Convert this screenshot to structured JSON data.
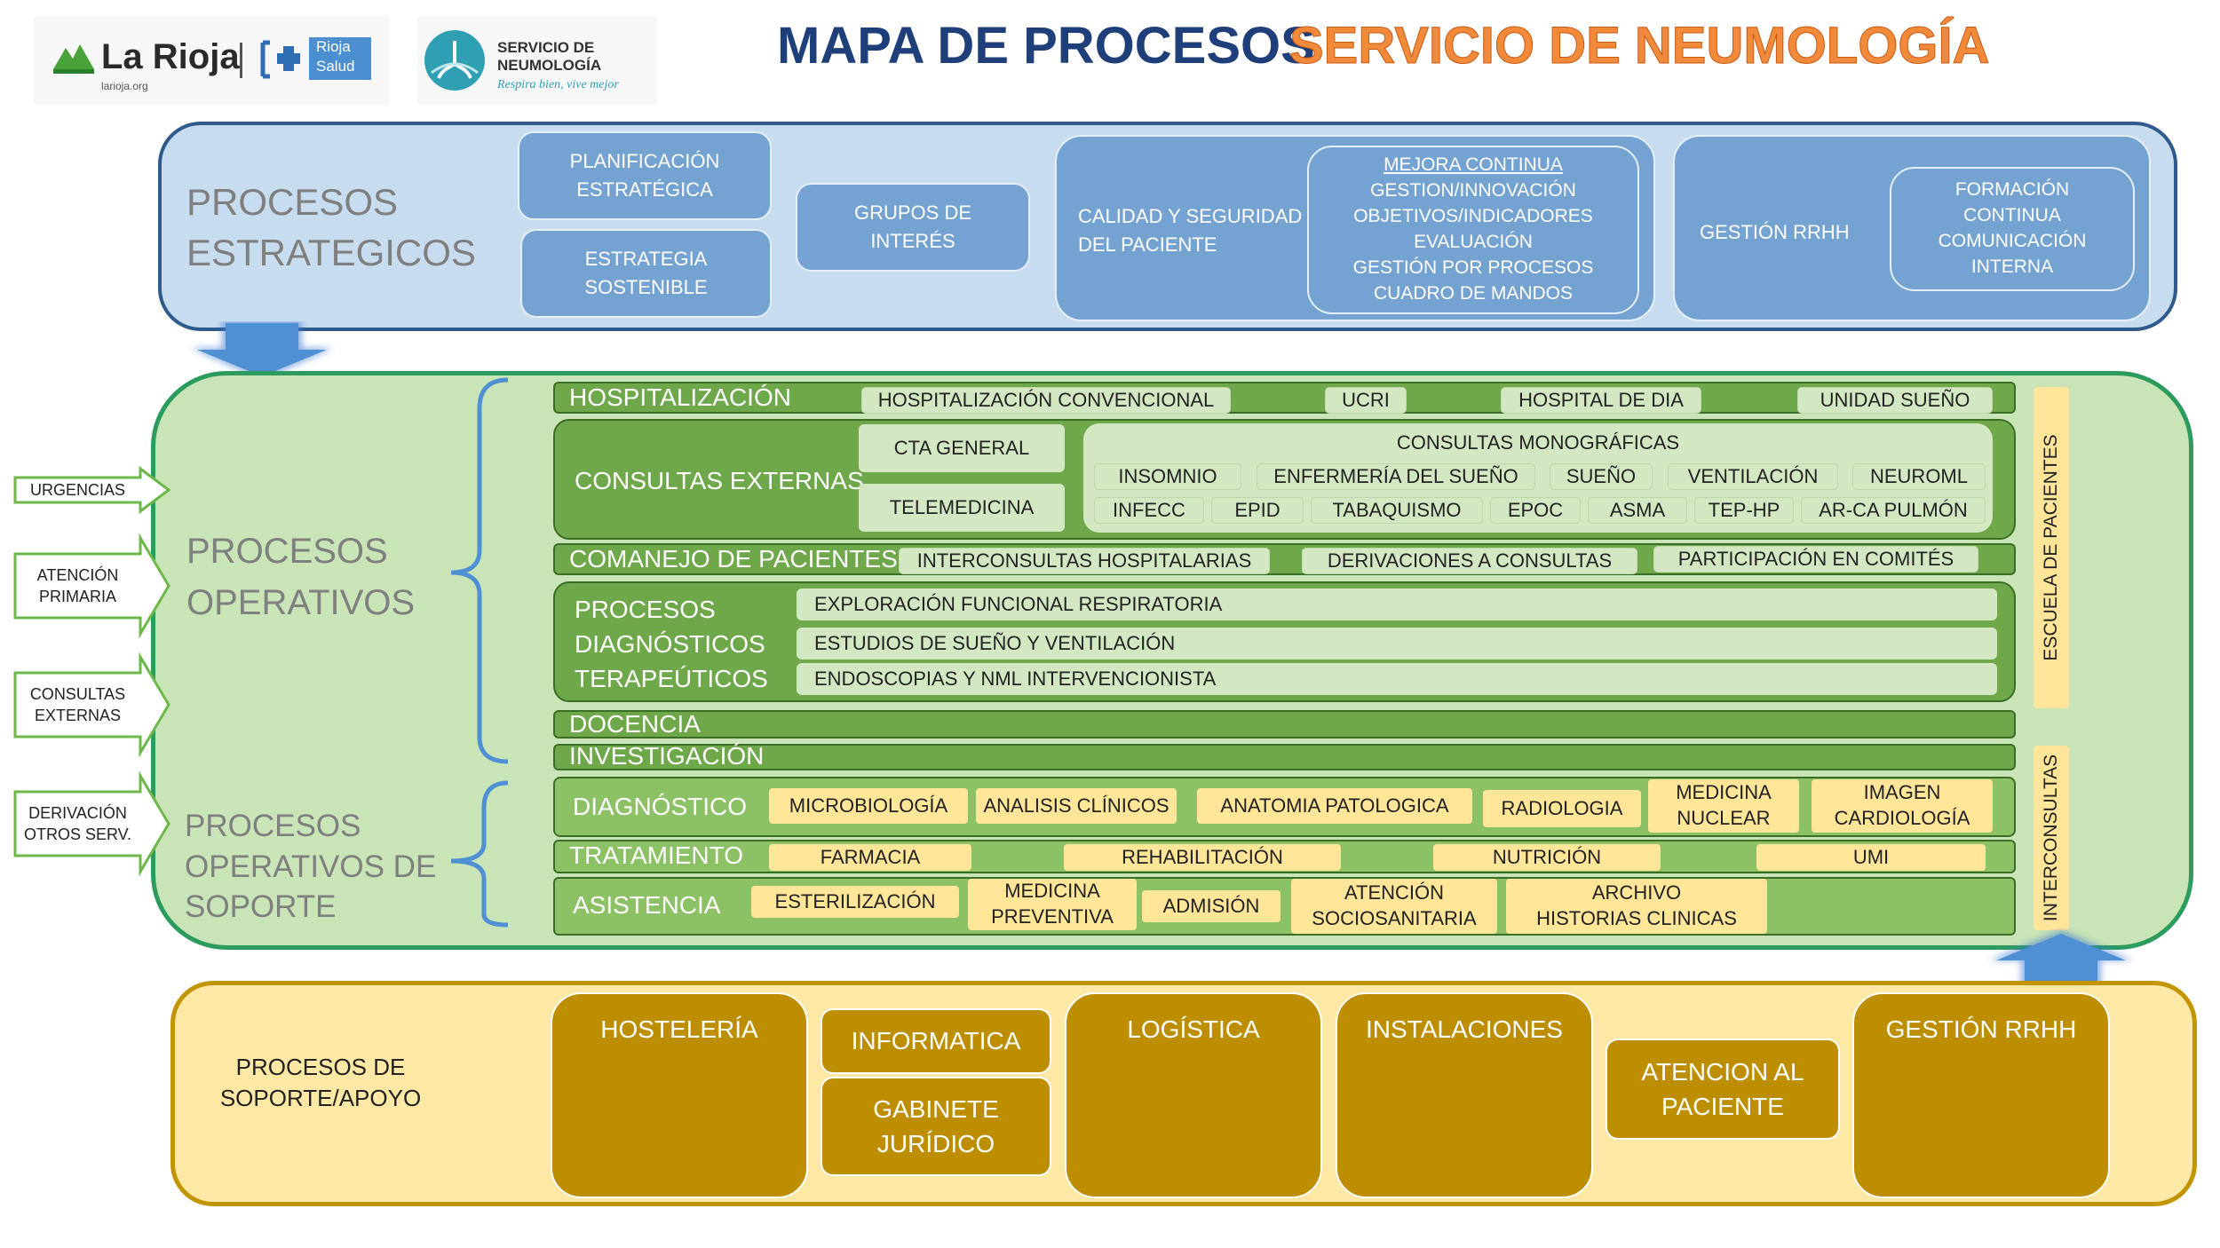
{
  "header": {
    "logo_larioja": "La Rioja",
    "logo_larioja_url": "larioja.org",
    "logo_riojasalud_1": "Rioja",
    "logo_riojasalud_2": "Salud",
    "logo_servicio_1": "SERVICIO DE",
    "logo_servicio_2": "NEUMOLOGÍA",
    "logo_servicio_tagline": "Respira bien, vive mejor",
    "title_main": "MAPA DE PROCESOS",
    "title_sub": "SERVICIO DE NEUMOLOGÍA"
  },
  "strategic": {
    "label_1": "PROCESOS",
    "label_2": "ESTRATEGICOS",
    "planificacion_1": "PLANIFICACIÓN",
    "planificacion_2": "ESTRATÉGICA",
    "estrategia_1": "ESTRATEGIA",
    "estrategia_2": "SOSTENIBLE",
    "grupos_1": "GRUPOS DE",
    "grupos_2": "INTERÉS",
    "calidad_1": "CALIDAD Y SEGURIDAD",
    "calidad_2": "DEL PACIENTE",
    "mejora_title": "MEJORA CONTINUA",
    "mejora_items": [
      "GESTION/INNOVACIÓN",
      "OBJETIVOS/INDICADORES",
      "EVALUACIÓN",
      "GESTIÓN POR PROCESOS",
      "CUADRO DE MANDOS"
    ],
    "gestion_rrhh": "GESTIÓN RRHH",
    "formacion_items": [
      "FORMACIÓN",
      "CONTINUA",
      "COMUNICACIÓN",
      "INTERNA"
    ]
  },
  "inputs": {
    "urgencias": "URGENCIAS",
    "atencion_1": "ATENCIÓN",
    "atencion_2": "PRIMARIA",
    "consultas_1": "CONSULTAS",
    "consultas_2": "EXTERNAS",
    "derivacion_1": "DERIVACIÓN",
    "derivacion_2": "OTROS SERV."
  },
  "operative": {
    "label_1": "PROCESOS",
    "label_2": "OPERATIVOS",
    "soporte_label": [
      "PROCESOS",
      "OPERATIVOS DE",
      "SOPORTE"
    ],
    "hospitalizacion": {
      "title": "HOSPITALIZACIÓN",
      "items": [
        "HOSPITALIZACIÓN CONVENCIONAL",
        "UCRI",
        "HOSPITAL DE DIA",
        "UNIDAD SUEÑO"
      ]
    },
    "consultas": {
      "title": "CONSULTAS EXTERNAS",
      "cta_general": "CTA GENERAL",
      "telemedicina": "TELEMEDICINA",
      "monograficas": "CONSULTAS MONOGRÁFICAS",
      "row1": [
        "INSOMNIO",
        "ENFERMERÍA DEL SUEÑO",
        "SUEÑO",
        "VENTILACIÓN",
        "NEUROML"
      ],
      "row2": [
        "INFECC",
        "EPID",
        "TABAQUISMO",
        "EPOC",
        "ASMA",
        "TEP-HP",
        "AR-CA PULMÓN"
      ]
    },
    "comanejo": {
      "title": "COMANEJO DE PACIENTES",
      "items": [
        "INTERCONSULTAS HOSPITALARIAS",
        "DERIVACIONES A  CONSULTAS",
        "PARTICIPACIÓN EN COMITÉS"
      ]
    },
    "diagnosticos": {
      "title": [
        "PROCESOS",
        "DIAGNÓSTICOS",
        "TERAPEÚTICOS"
      ],
      "items": [
        "EXPLORACIÓN FUNCIONAL RESPIRATORIA",
        "ESTUDIOS DE SUEÑO Y VENTILACIÓN",
        "ENDOSCOPIAS Y NML INTERVENCIONISTA"
      ]
    },
    "docencia": "DOCENCIA",
    "investigacion": "INVESTIGACIÓN",
    "diagnostico": {
      "title": "DIAGNÓSTICO",
      "items": [
        "MICROBIOLOGÍA",
        "ANALISIS CLÍNICOS",
        "ANATOMIA PATOLOGICA",
        "RADIOLOGIA"
      ],
      "medicina_1": "MEDICINA",
      "medicina_2": "NUCLEAR",
      "imagen_1": "IMAGEN",
      "imagen_2": "CARDIOLOGÍA"
    },
    "tratamiento": {
      "title": "TRATAMIENTO",
      "items": [
        "FARMACIA",
        "REHABILITACIÓN",
        "NUTRICIÓN",
        "UMI"
      ]
    },
    "asistencia": {
      "title": "ASISTENCIA",
      "esterilizacion": "ESTERILIZACIÓN",
      "medicina_prev_1": "MEDICINA",
      "medicina_prev_2": "PREVENTIVA",
      "admision": "ADMISIÓN",
      "atencion_1": "ATENCIÓN",
      "atencion_2": "SOCIOSANITARIA",
      "archivo_1": "ARCHIVO",
      "archivo_2": "HISTORIAS CLINICAS"
    },
    "escuela": "ESCUELA DE PACIENTES",
    "interconsultas": "INTERCONSULTAS"
  },
  "support": {
    "label_1": "PROCESOS DE",
    "label_2": "SOPORTE/APOYO",
    "hosteleria": "HOSTELERÍA",
    "informatica": "INFORMATICA",
    "gabinete_1": "GABINETE",
    "gabinete_2": "JURÍDICO",
    "logistica": "LOGÍSTICA",
    "instalaciones": "INSTALACIONES",
    "atencion_1": "ATENCION AL",
    "atencion_2": "PACIENTE",
    "gestion_rrhh": "GESTIÓN RRHH"
  },
  "colors": {
    "strategic_fill": "#c8dcef",
    "strategic_border": "#2e5a8c",
    "operative_fill": "#c9e4b6",
    "operative_border": "#2b9b5e",
    "row_green": "#6fa84a",
    "chip_yellow": "#ffe698",
    "support_fill": "#fde9a5",
    "support_box": "#bd8f00",
    "arrow_blue": "#4f8fd4",
    "title_blue": "#1f3f7a",
    "title_orange": "#f28a3b"
  }
}
